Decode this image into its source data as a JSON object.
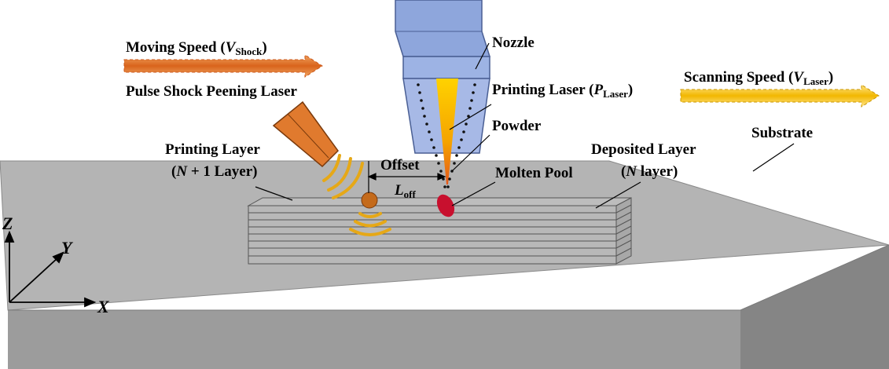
{
  "labels": {
    "moving_speed": {
      "prefix": "Moving Speed (",
      "var": "V",
      "sub": "Shock",
      "suffix": ")"
    },
    "pulse_laser": "Pulse Shock Peening Laser",
    "nozzle": "Nozzle",
    "printing_laser": {
      "prefix": "Printing Laser (",
      "var": "P",
      "sub": "Laser",
      "suffix": ")"
    },
    "scanning_speed": {
      "prefix": "Scanning Speed (",
      "var": "V",
      "sub": "Laser",
      "suffix": ")"
    },
    "powder": "Powder",
    "substrate": "Substrate",
    "printing_layer_line1": "Printing Layer",
    "printing_layer_line2": {
      "prefix": "(",
      "var": "N",
      "suffix": " + 1 Layer)"
    },
    "deposited_layer_line1": "Deposited Layer",
    "deposited_layer_line2": {
      "prefix": "(",
      "var": "N",
      "suffix": " layer)"
    },
    "offset": "Offset",
    "l_off": {
      "var": "L",
      "sub": "off"
    },
    "molten_pool": "Molten Pool"
  },
  "axes": {
    "z": "Z",
    "y": "Y",
    "x": "X"
  },
  "colors": {
    "substrate_top": "#b3b3b3",
    "substrate_front": "#9e9e9e",
    "substrate_side": "#8a8a8a",
    "nozzle": "#8ea6dc",
    "nozzle_stroke": "#4a5f94",
    "laser_orange": "#e07a2e",
    "laser_gold": "#f5b400",
    "wave_gold": "#e6a817",
    "molten_red": "#c8102e",
    "moving_arrow": "#e07a2e",
    "scanning_arrow": "#f2c22a"
  }
}
